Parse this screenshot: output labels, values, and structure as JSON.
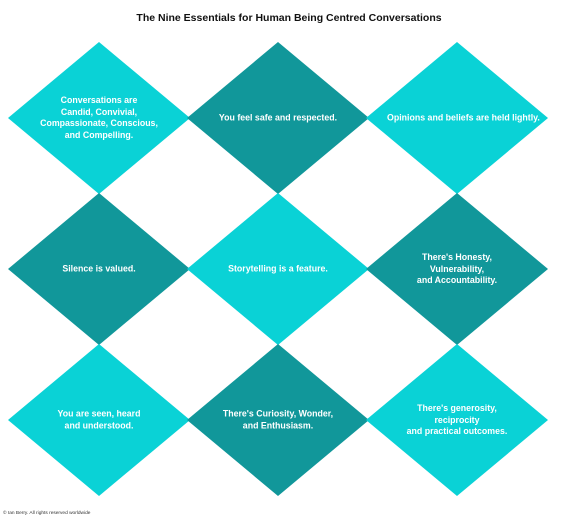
{
  "title": "The Nine Essentials for Human Being Centred Conversations",
  "colors": {
    "light": "#0ad2d6",
    "dark": "#11979a"
  },
  "essentials": [
    {
      "lines": [
        "Conversations are",
        "Candid, Convivial,",
        "Compassionate, Conscious,",
        "and Compelling."
      ],
      "tone": "light"
    },
    {
      "lines": [
        "You feel safe and respected."
      ],
      "tone": "dark"
    },
    {
      "lines": [
        "Opinions and beliefs are held lightly."
      ],
      "tone": "light"
    },
    {
      "lines": [
        "Silence is valued."
      ],
      "tone": "dark"
    },
    {
      "lines": [
        "Storytelling is a feature."
      ],
      "tone": "light"
    },
    {
      "lines": [
        "There's Honesty,",
        "Vulnerability,",
        "and Accountability."
      ],
      "tone": "dark"
    },
    {
      "lines": [
        "You are seen, heard",
        "and understood."
      ],
      "tone": "light"
    },
    {
      "lines": [
        "There's Curiosity, Wonder,",
        "and Enthusiasm."
      ],
      "tone": "dark"
    },
    {
      "lines": [
        "There's generosity,",
        "reciprocity",
        "and practical outcomes."
      ],
      "tone": "light"
    }
  ],
  "footer": "© Ian Berry. All rights reserved worldwide"
}
